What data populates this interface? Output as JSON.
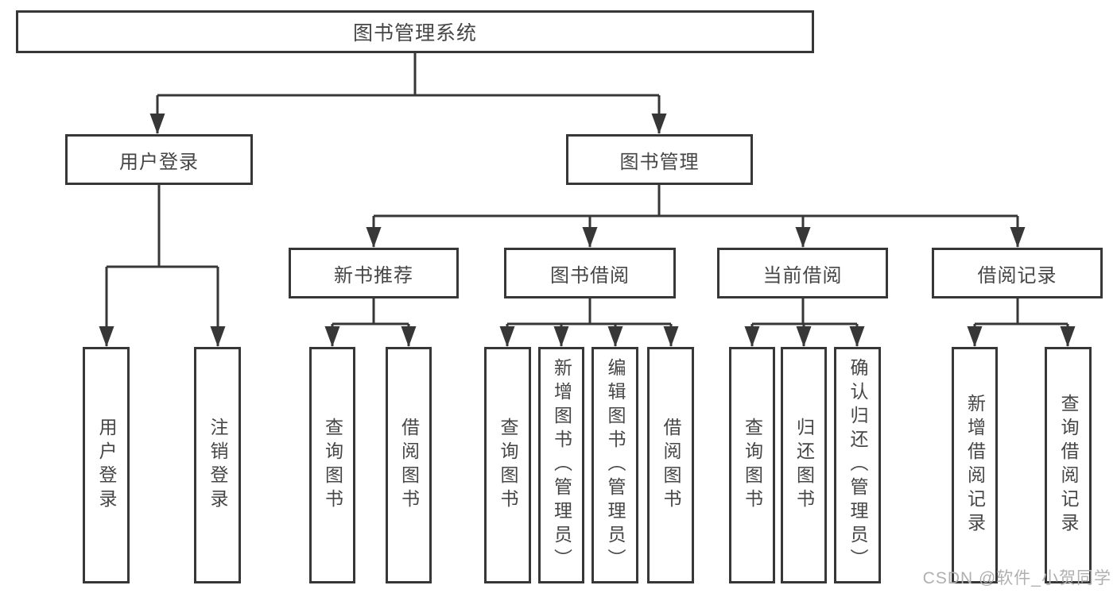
{
  "diagram": {
    "root": {
      "label": "图书管理系统",
      "children": [
        {
          "label": "用户登录",
          "children": [
            {
              "label": "用户登录"
            },
            {
              "label": "注销登录"
            }
          ]
        },
        {
          "label": "图书管理",
          "children": [
            {
              "label": "新书推荐",
              "children": [
                {
                  "label": "查询图书"
                },
                {
                  "label": "借阅图书"
                }
              ]
            },
            {
              "label": "图书借阅",
              "children": [
                {
                  "label": "查询图书"
                },
                {
                  "label": "新增图书（管理员）"
                },
                {
                  "label": "编辑图书（管理员）"
                },
                {
                  "label": "借阅图书"
                }
              ]
            },
            {
              "label": "当前借阅",
              "children": [
                {
                  "label": "查询图书"
                },
                {
                  "label": "归还图书"
                },
                {
                  "label": "确认归还（管理员）"
                }
              ]
            },
            {
              "label": "借阅记录",
              "children": [
                {
                  "label": "新增借阅记录"
                },
                {
                  "label": "查询借阅记录"
                }
              ]
            }
          ]
        }
      ]
    },
    "colors": {
      "line": "#373737",
      "text": "#464646",
      "box_background": "#ffffff",
      "watermark": "#b0b0b0"
    }
  },
  "watermark": {
    "text": "CSDN @软件_小贺同学"
  }
}
